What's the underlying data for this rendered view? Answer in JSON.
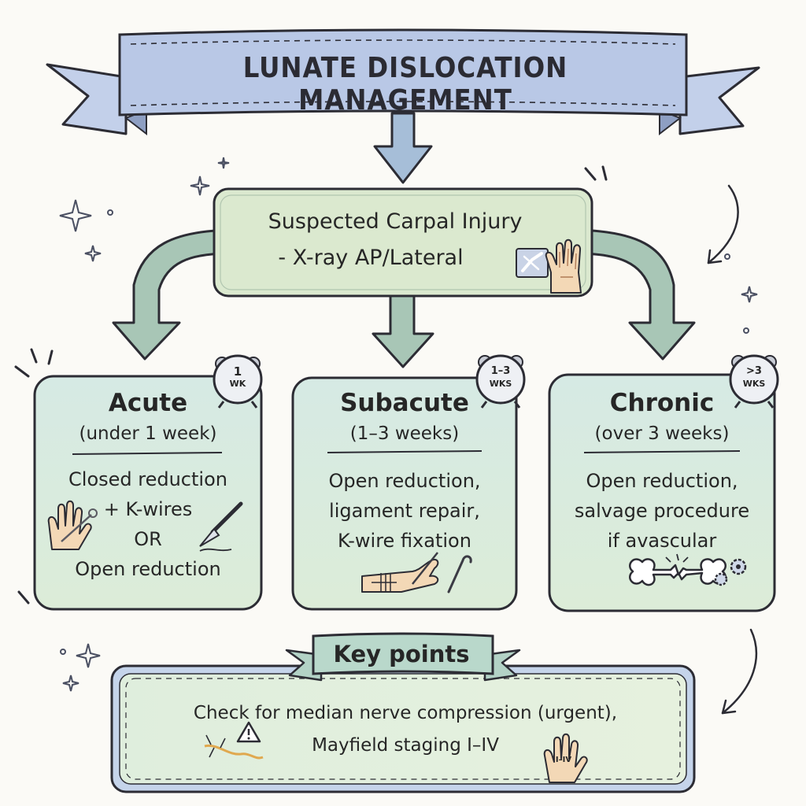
{
  "title": "LUNATE DISLOCATION MANAGEMENT",
  "start": {
    "line1": "Suspected Carpal Injury",
    "line2": "- X-ray AP/Lateral"
  },
  "branches": [
    {
      "heading": "Acute",
      "timeframe": "(under 1 week)",
      "badge": [
        "1",
        "WK"
      ],
      "lines": [
        "Closed reduction",
        "+ K-wires",
        "OR",
        "Open reduction"
      ]
    },
    {
      "heading": "Subacute",
      "timeframe": "(1–3 weeks)",
      "badge": [
        "1–3",
        "WKS"
      ],
      "lines": [
        "Open reduction,",
        "ligament repair,",
        "K-wire fixation"
      ]
    },
    {
      "heading": "Chronic",
      "timeframe": "(over 3 weeks)",
      "badge": [
        ">3",
        "WKS"
      ],
      "lines": [
        "Open reduction,",
        "salvage procedure",
        "if avascular"
      ]
    }
  ],
  "key_points": {
    "title": "Key points",
    "line1": "Check for median nerve compression (urgent),",
    "line2": "Mayfield staging I–IV",
    "hand_label": "I–IV"
  },
  "colors": {
    "ribbon": "#b9c8e6",
    "start_box": "#dbe9cf",
    "card_fill": "#d9ebe3",
    "arrow": "#9dbcae",
    "ink": "#262626"
  }
}
